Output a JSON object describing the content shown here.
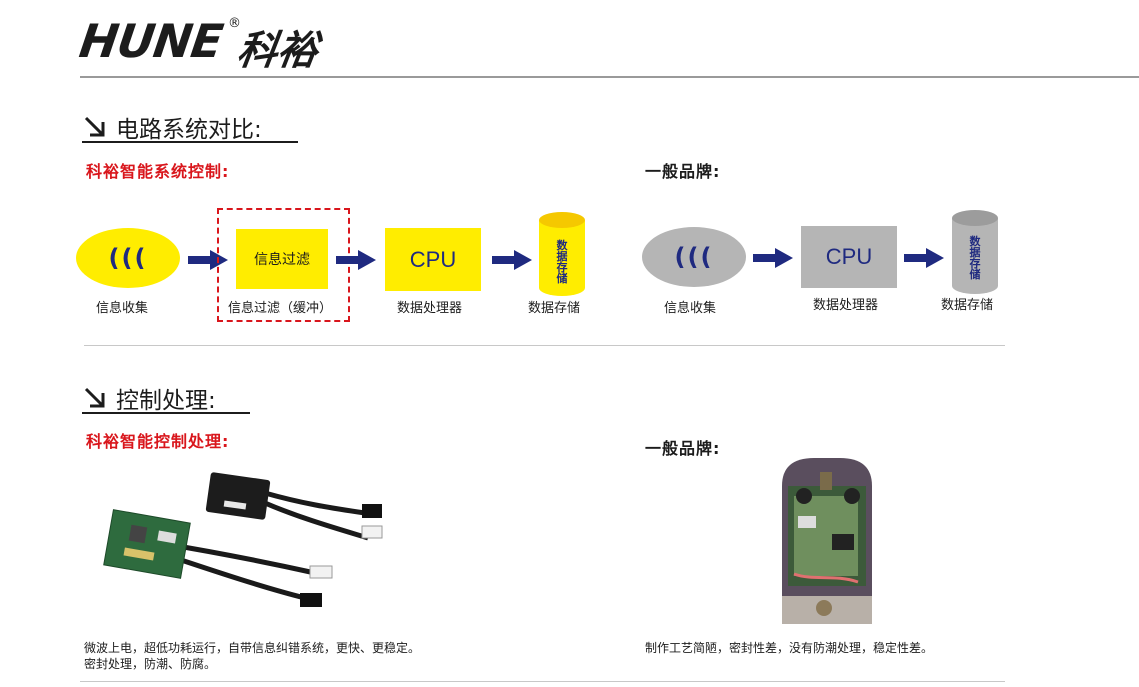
{
  "brand": {
    "latin": "HUNE",
    "registered": "®",
    "chinese": "科裕"
  },
  "section1": {
    "title": "电路系统对比:",
    "left_label": "科裕智能系统控制:",
    "right_label": "一般品牌:",
    "left_flow": {
      "collect_caption": "信息收集",
      "filter_box": "信息过滤",
      "filter_caption": "信息过滤（缓冲）",
      "cpu_box": "CPU",
      "cpu_caption": "数据处理器",
      "storage_text": "数据存储",
      "storage_caption": "数据存储"
    },
    "right_flow": {
      "collect_caption": "信息收集",
      "cpu_box": "CPU",
      "cpu_caption": "数据处理器",
      "storage_text": "数据存储",
      "storage_caption": "数据存储"
    }
  },
  "section2": {
    "title": "控制处理:",
    "left_label": "科裕智能控制处理:",
    "right_label": "一般品牌:",
    "left_desc": [
      "微波上电，超低功耗运行，自带信息纠错系统，更快、更稳定。",
      "密封处理，防潮、防腐。"
    ],
    "right_desc": "制作工艺简陋，密封性差，没有防潮处理，稳定性差。"
  },
  "colors": {
    "accent_red": "#d9161c",
    "flow_yellow": "#ffed00",
    "flow_grey": "#b5b5b5",
    "arrow_navy": "#1f2a80"
  },
  "icons": [
    "arrow-down-right-icon",
    "signal-wave-icon",
    "flow-arrow-icon",
    "storage-cylinder-icon"
  ]
}
